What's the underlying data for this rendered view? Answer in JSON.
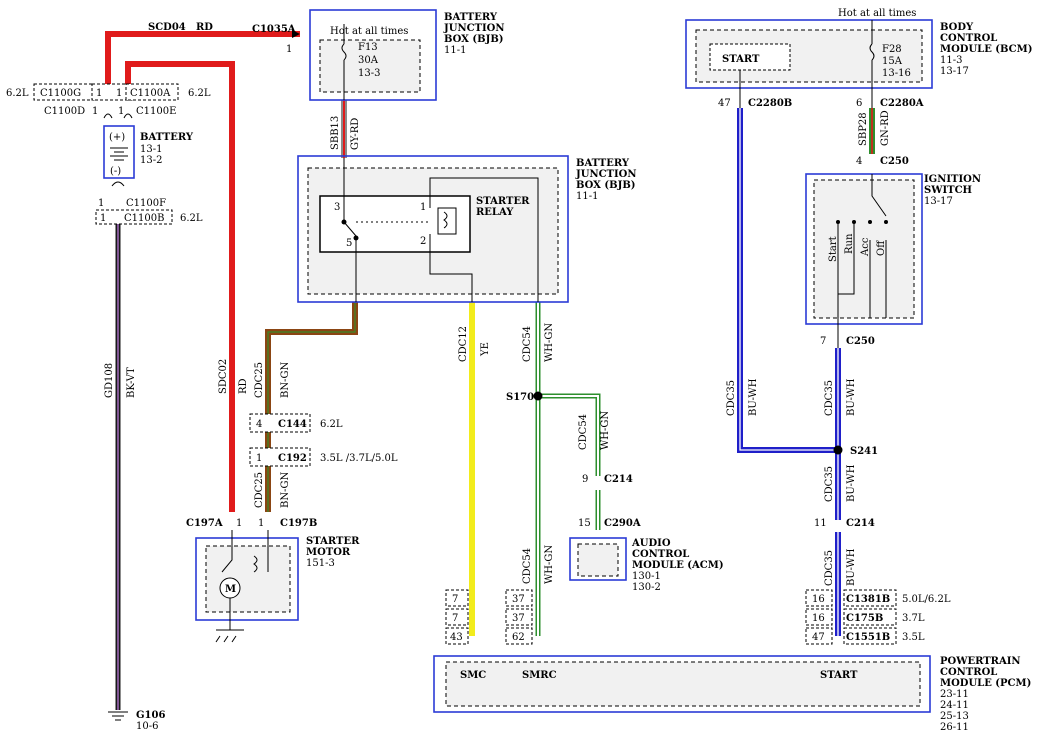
{
  "bjb_top": {
    "title": [
      "BATTERY",
      "JUNCTION",
      "BOX (BJB)",
      "11-1"
    ],
    "hot": "Hot at all times",
    "fuse": [
      "F13",
      "30A",
      "13-3"
    ],
    "connector": "C1035A",
    "pin": "1"
  },
  "bjb_relay": {
    "title": [
      "BATTERY",
      "JUNCTION",
      "BOX (BJB)",
      "11-1"
    ],
    "relay": [
      "STARTER",
      "RELAY"
    ],
    "pins": [
      "3",
      "5",
      "1",
      "2"
    ]
  },
  "battery": {
    "title": [
      "BATTERY",
      "13-1",
      "13-2"
    ],
    "plus": "(+)",
    "minus": "(-)"
  },
  "bcm": {
    "title": [
      "BODY",
      "CONTROL",
      "MODULE (BCM)",
      "11-3",
      "13-17"
    ],
    "hot": "Hot at all times",
    "start": "START",
    "fuse": [
      "F28",
      "15A",
      "13-16"
    ],
    "pin_left": "47",
    "conn_left": "C2280B",
    "pin_right": "6",
    "conn_right": "C2280A"
  },
  "ignition": {
    "title": [
      "IGNITION",
      "SWITCH",
      "13-17"
    ],
    "positions": [
      "Start",
      "Run",
      "Acc",
      "Off"
    ],
    "top_pin": "4",
    "top_conn": "C250",
    "bot_pin": "7",
    "bot_conn": "C250"
  },
  "starter": {
    "title": [
      "STARTER",
      "MOTOR",
      "151-3"
    ],
    "conn_left": "C197A",
    "conn_right": "C197B",
    "pin_left": "1",
    "pin_right": "1"
  },
  "acm": {
    "title": [
      "AUDIO",
      "CONTROL",
      "MODULE (ACM)",
      "130-1",
      "130-2"
    ],
    "pin": "15",
    "conn": "C290A"
  },
  "pcm": {
    "title": [
      "POWERTRAIN",
      "CONTROL",
      "MODULE (PCM)",
      "23-11",
      "24-11",
      "25-13",
      "26-11"
    ],
    "smc": "SMC",
    "smrc": "SMRC",
    "start": "START"
  },
  "battery_conns": {
    "c1100g": "C1100G",
    "c1100a": "C1100A",
    "c1100d": "C1100D",
    "c1100e": "C1100E",
    "c1100f": "C1100F",
    "c1100b": "C1100B",
    "v62l": "6.2L",
    "one": "1"
  },
  "wires": {
    "scd04": "SCD04",
    "rd": "RD",
    "sbb13": "SBB13",
    "gy_rd": "GY-RD",
    "gd108": "GD108",
    "bk_vt": "BK-VT",
    "sdc02": "SDC02",
    "cdc25": "CDC25",
    "bn_gn": "BN-GN",
    "cdc12": "CDC12",
    "ye": "YE",
    "cdc54": "CDC54",
    "wh_gn": "WH-GN",
    "cdc35": "CDC35",
    "bu_wh": "BU-WH",
    "sbp28": "SBP28",
    "gn_rd": "GN-RD"
  },
  "splices": {
    "s170": "S170",
    "s241": "S241"
  },
  "connectors": {
    "c144": "C144",
    "c144_pin": "4",
    "c144_eng": "6.2L",
    "c192": "C192",
    "c192_pin": "1",
    "c192_eng": "3.5L /3.7L/5.0L",
    "c214a": "C214",
    "c214a_pin": "9",
    "c214b": "C214",
    "c214b_pin": "11",
    "c1381b": "C1381B",
    "c175b": "C175B",
    "c1551b": "C1551B",
    "pcm_right_pins": [
      "16",
      "16",
      "47"
    ],
    "pcm_right_eng": [
      "5.0L/6.2L",
      "3.7L",
      "3.5L"
    ],
    "smc_pins": [
      "7",
      "7",
      "43"
    ],
    "smrc_pins": [
      "37",
      "37",
      "62"
    ]
  },
  "ground": {
    "name": "G106",
    "ref": "10-6"
  }
}
